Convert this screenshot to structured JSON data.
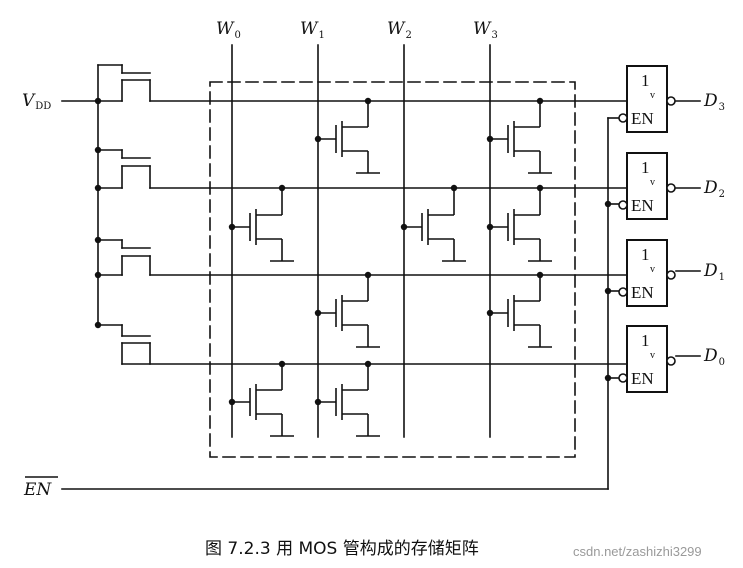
{
  "word_lines": [
    {
      "letter": "W",
      "sub": "0"
    },
    {
      "letter": "W",
      "sub": "1"
    },
    {
      "letter": "W",
      "sub": "2"
    },
    {
      "letter": "W",
      "sub": "3"
    }
  ],
  "vdd": {
    "letter": "V",
    "sub": "DD"
  },
  "outputs": [
    {
      "letter": "D",
      "sub": "3"
    },
    {
      "letter": "D",
      "sub": "2"
    },
    {
      "letter": "D",
      "sub": "1"
    },
    {
      "letter": "D",
      "sub": "0"
    }
  ],
  "buffer": {
    "top": "1",
    "en": "EN"
  },
  "enable_label": "EN",
  "caption": "图 7.2.3  用 MOS 管构成的存储矩阵",
  "watermark": "csdn.net/zashizhi3299"
}
